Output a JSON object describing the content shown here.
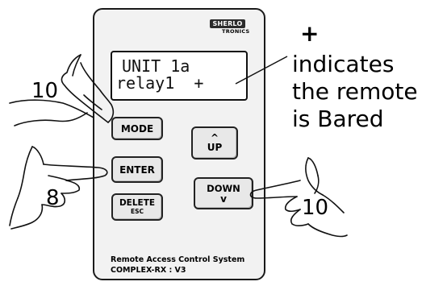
{
  "brand": {
    "name": "SHERLO",
    "sub": "TRONICS"
  },
  "lcd": {
    "line1": "UNIT 1a",
    "line2": "relay1  +"
  },
  "buttons": {
    "mode": "MODE",
    "enter": "ENTER",
    "delete": "DELETE",
    "delete_sub": "ESC",
    "up_arrow": "^",
    "up": "UP",
    "down": "DOWN",
    "down_arrow": "v"
  },
  "footer": {
    "line1": "Remote Access Control System",
    "line2": "COMPLEX-RX : V3"
  },
  "annotation": {
    "plus": "+",
    "lines": [
      "indicates",
      "the remote",
      "is Bared"
    ]
  },
  "fingers": {
    "mode_count": "10",
    "enter_count": "8",
    "down_count": "10"
  }
}
